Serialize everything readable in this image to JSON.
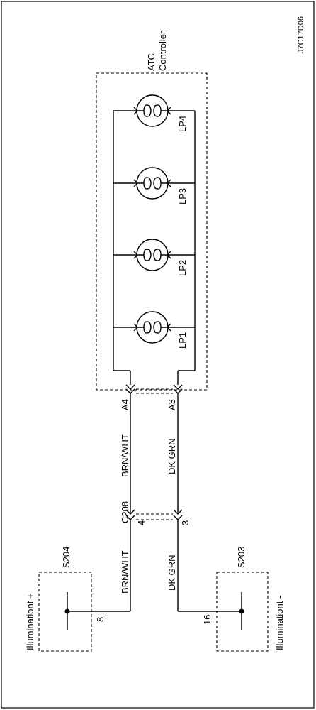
{
  "diagram_id": "J7C17D06",
  "controller": {
    "line1": "ATC",
    "line2": "Controller"
  },
  "lamps": [
    "LP1",
    "LP2",
    "LP3",
    "LP4"
  ],
  "connectors": {
    "controller_pin_a4": "A4",
    "controller_pin_a3": "A3",
    "c208": "C208",
    "c208_pin_4": "4",
    "c208_pin_3": "3"
  },
  "wires": {
    "upper_left": "BRN/WHT",
    "upper_right": "DK GRN",
    "lower_left": "BRN/WHT",
    "lower_right": "DK GRN"
  },
  "splices": {
    "s204": {
      "name": "S204",
      "terminal": "8",
      "signal": "Illuminationt +"
    },
    "s203": {
      "name": "S203",
      "terminal": "16",
      "signal": "Illuminationt -"
    }
  }
}
